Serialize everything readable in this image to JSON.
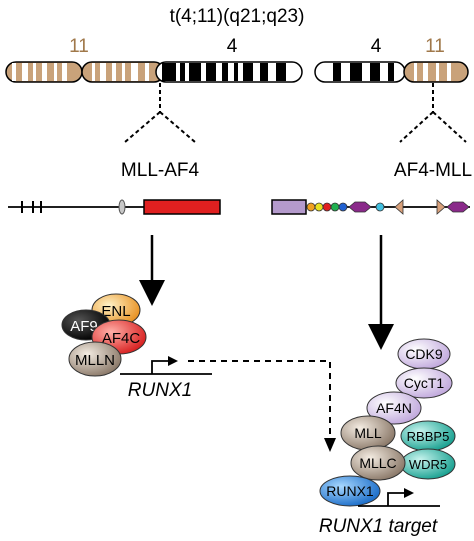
{
  "title": "t(4;11)(q21;q23)",
  "chromosomes": {
    "left_chr11_label": "11",
    "left_chr4_label": "4",
    "right_chr4_label": "4",
    "right_chr11_label": "11",
    "chr11_color": "#a0825a",
    "chr4_color": "#000000"
  },
  "fusion_labels": {
    "left": "MLL-AF4",
    "right": "AF4-MLL"
  },
  "left_complex": {
    "proteins": [
      "ENL",
      "AF9",
      "AF4C",
      "MLLN"
    ],
    "gene": "RUNX1"
  },
  "right_complex": {
    "proteins": [
      "CDK9",
      "CycT1",
      "AF4N",
      "MLL",
      "RBBP5",
      "MLLC",
      "WDR5",
      "RUNX1"
    ],
    "gene": "RUNX1 target"
  },
  "colors": {
    "af4_box": "#e02020",
    "mll_box": "#b49acc",
    "enl": "#f0a030",
    "af9": "#111111",
    "af4c": "#e84040",
    "mlln": "#9a8a7a",
    "cdk9": "#d9c8ea",
    "cyct1": "#d9c8ea",
    "af4n": "#c8b2de",
    "mll": "#9a8a7a",
    "rbbp5": "#30b8a8",
    "mllc": "#9a8a7a",
    "wdr5": "#30b8a8",
    "runx1": "#2a7fd0"
  }
}
